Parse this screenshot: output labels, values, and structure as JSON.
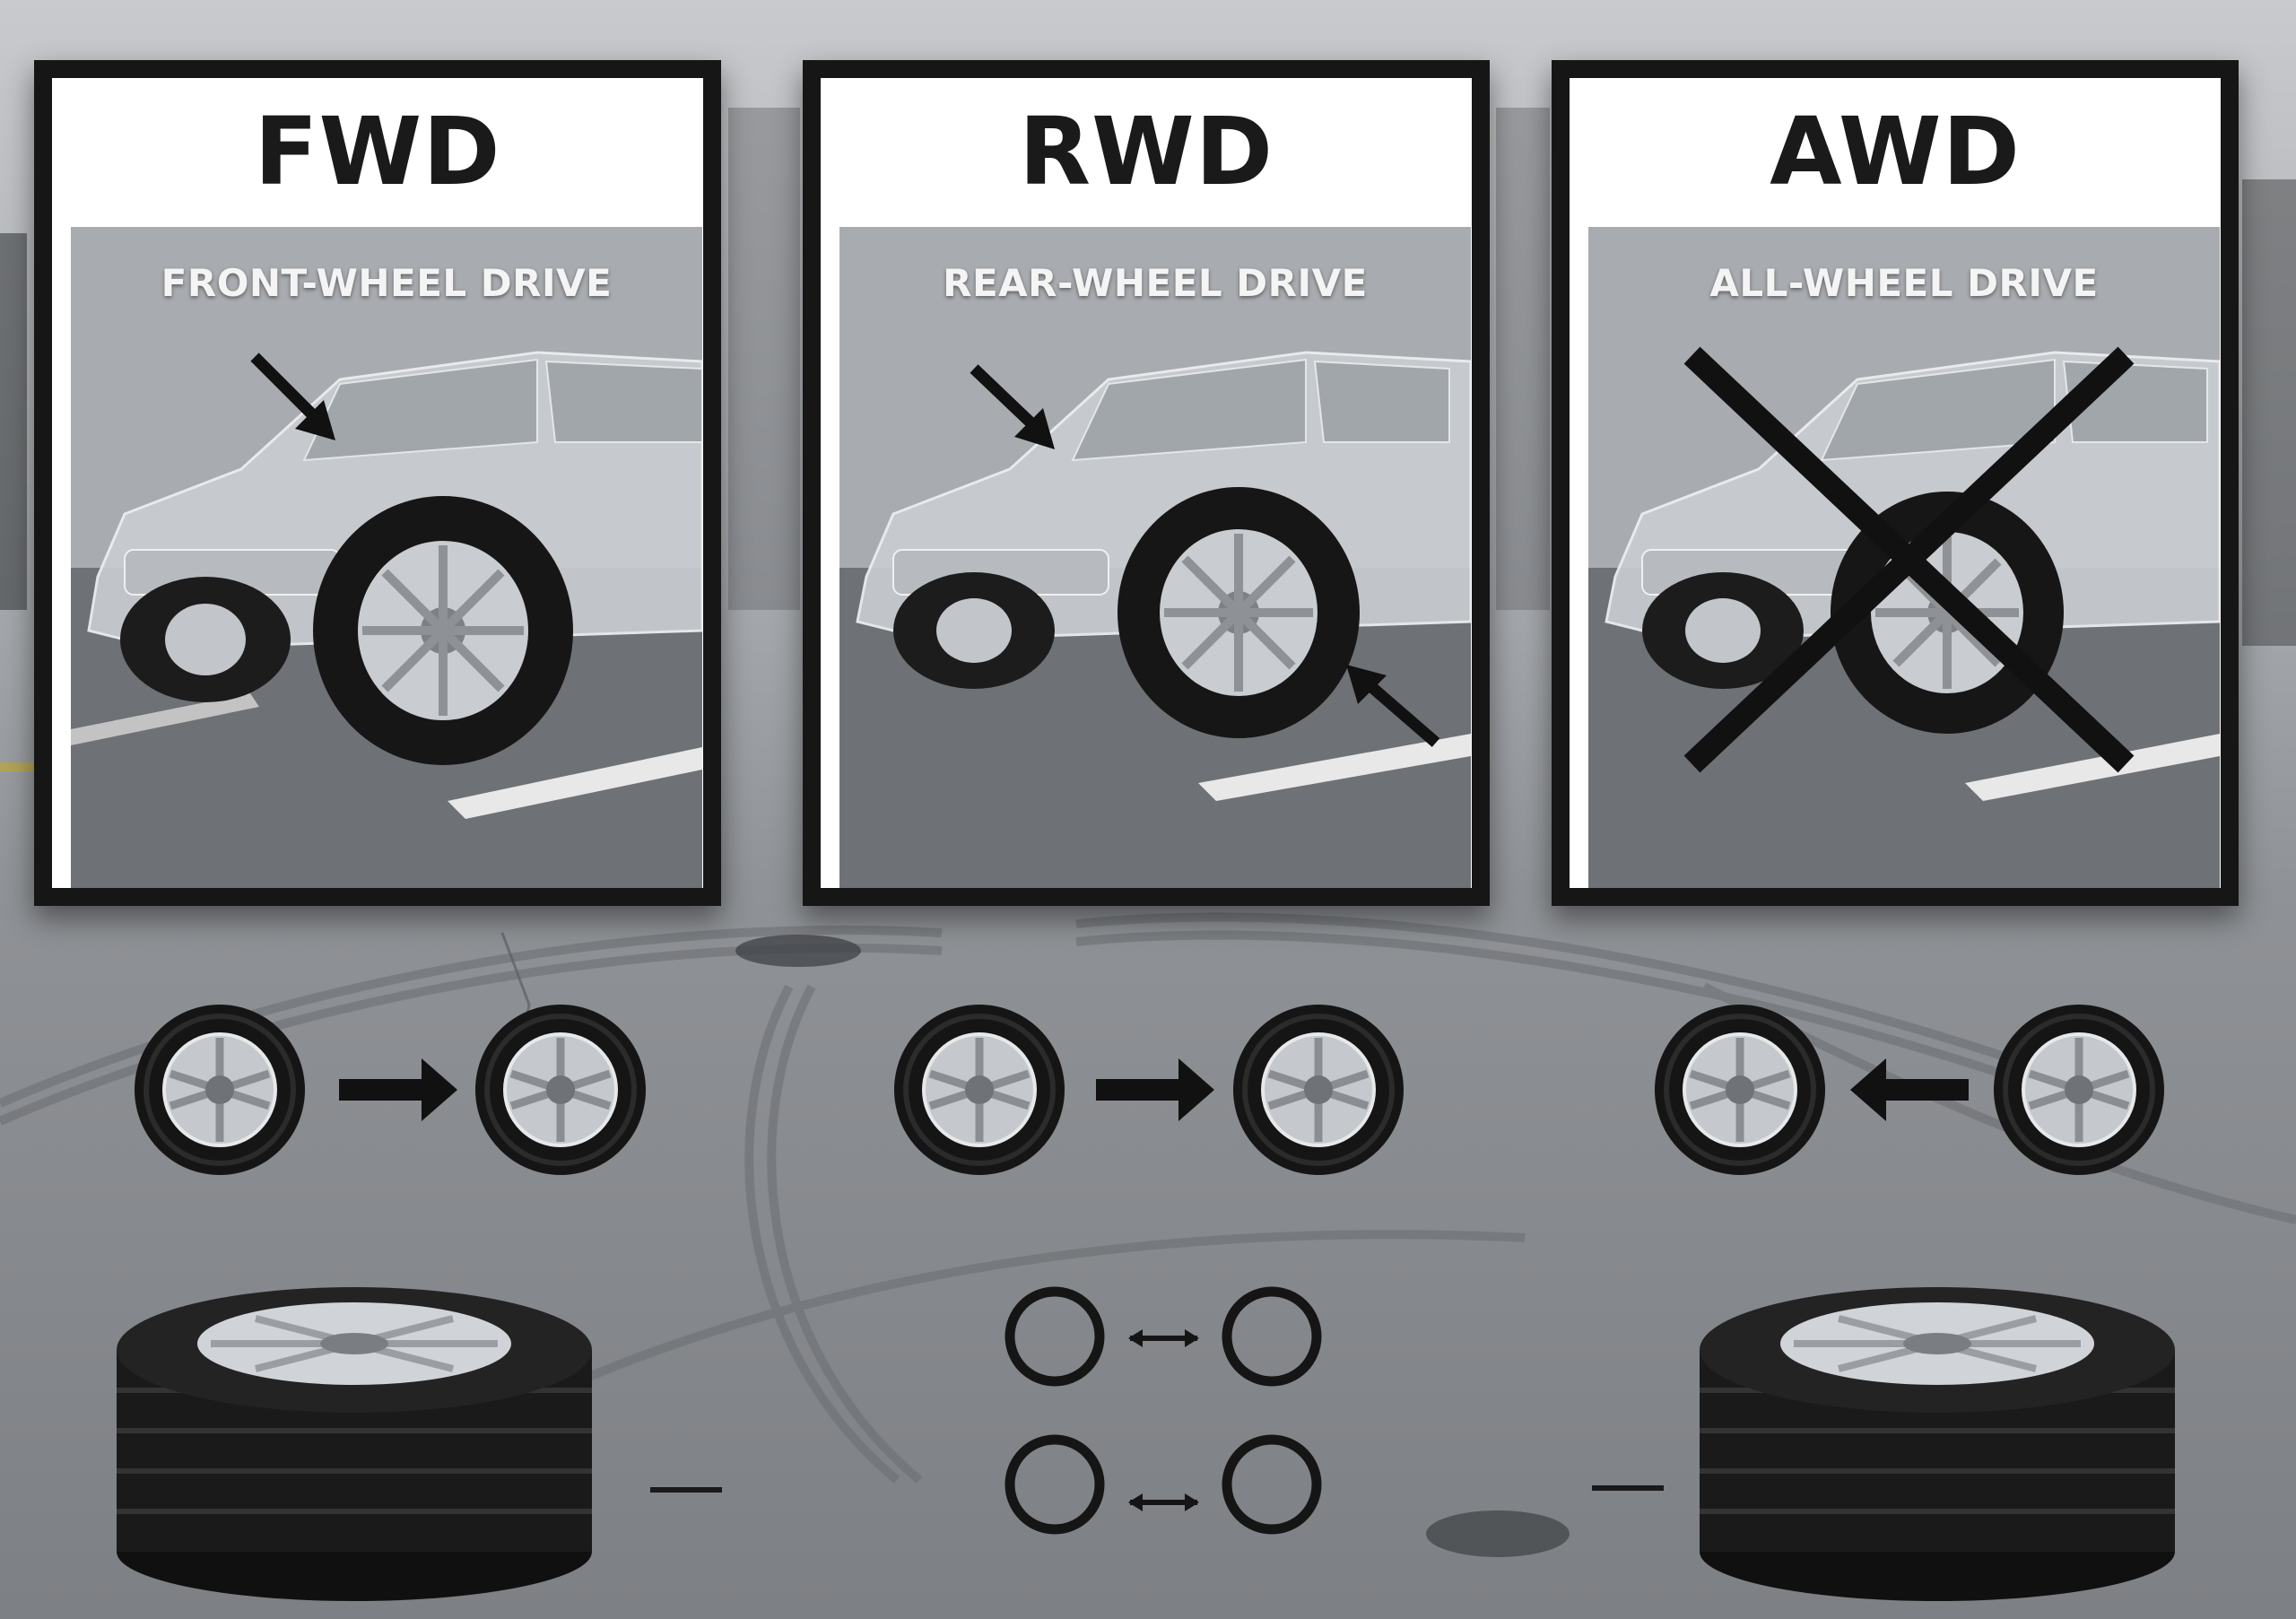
{
  "panels": [
    {
      "title": "FWD",
      "label": "FRONT-WHEEL DRIVE"
    },
    {
      "title": "RWD",
      "label": "REAR-WHEEL DRIVE"
    },
    {
      "title": "AWD",
      "label": "ALL-WHEEL DRIVE"
    }
  ],
  "icons": {
    "tire": "tire-icon",
    "arrow": "arrow-icon",
    "swap": "swap-icon",
    "ring": "ring-icon",
    "cross": "x-mark-icon",
    "stacked_tire": "stacked-tire-icon"
  },
  "colors": {
    "frame": "#161616",
    "panel_bg": "#ffffff",
    "arrow": "#111111",
    "asphalt": "#8c8f93",
    "title": "#1a1a1a"
  }
}
